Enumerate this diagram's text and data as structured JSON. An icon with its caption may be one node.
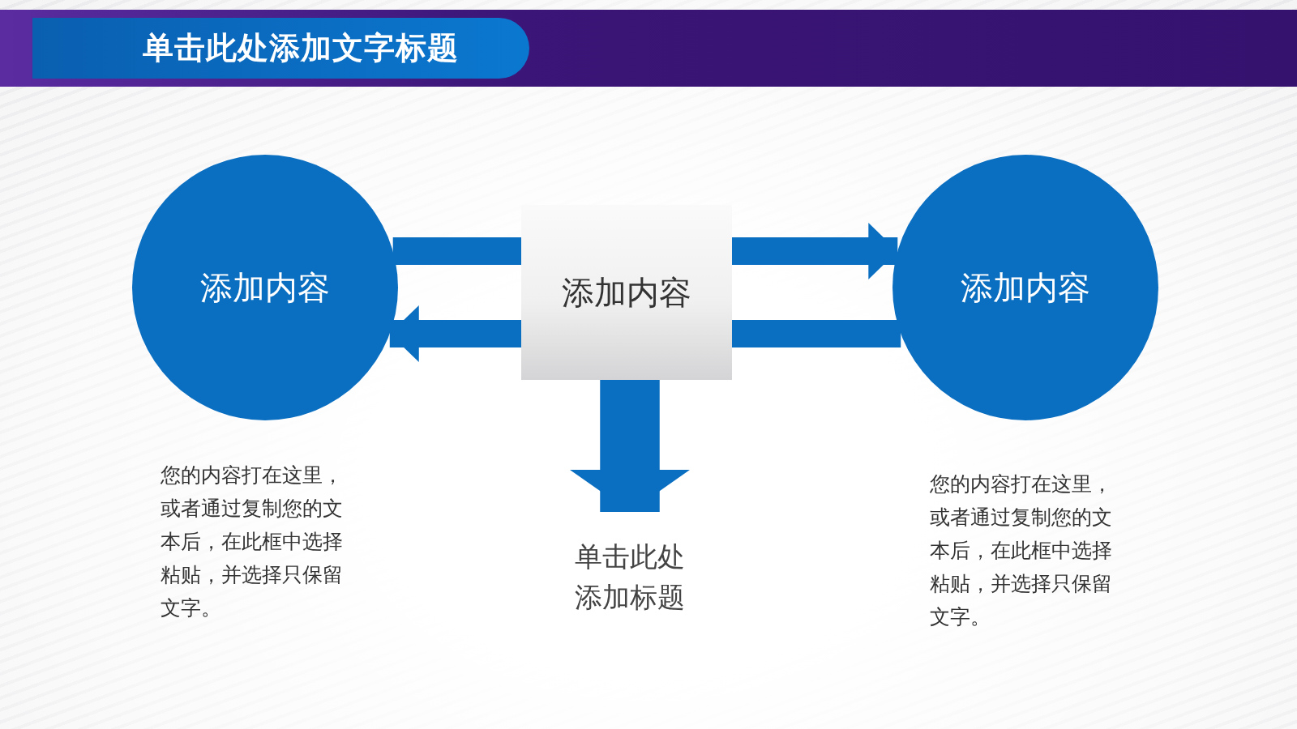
{
  "diagram": {
    "title": "单击此处添加文字标题",
    "nodes": [
      {
        "text": [
          "添加内容"
        ],
        "beside": [
          "您的内容打在这里，或者通过复制您的文本后，在此框中选择粘贴，并选择只保留文字。"
        ]
      },
      {
        "text": [
          "添加内容"
        ]
      },
      {
        "text": [
          "添加内容"
        ],
        "beside": [
          "您的内容打在这里，或者通过复制您的文本后，在此框中选择粘贴，并选择只保留文字。"
        ]
      },
      {
        "text": [
          "单击此处添加标题"
        ]
      }
    ],
    "edges": [
      {
        "from": 0,
        "to": 1,
        "arrow": "none"
      },
      {
        "from": 1,
        "to": 0,
        "arrow": "to"
      },
      {
        "from": 1,
        "to": 2,
        "arrow": "to"
      },
      {
        "from": 2,
        "to": 1,
        "arrow": "none"
      },
      {
        "from": 1,
        "to": 3,
        "arrow": "to",
        "style": "thick"
      }
    ]
  }
}
